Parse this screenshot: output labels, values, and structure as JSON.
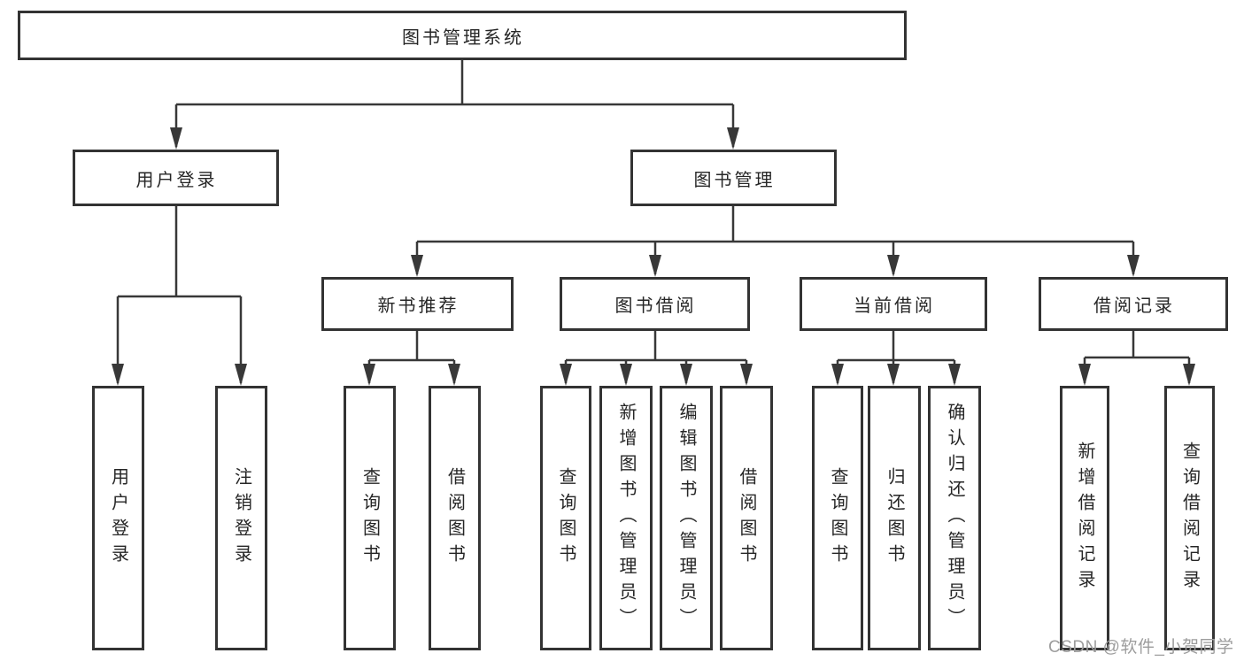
{
  "diagram_title": "图书管理系统",
  "colors": {
    "background": "#ffffff",
    "line": "#383838",
    "box_border": "#333333",
    "text": "#262626",
    "watermark": "#9d9d9d"
  },
  "watermark": {
    "text": "CSDN @软件_小贺同学"
  },
  "tree": {
    "label": "图书管理系统",
    "children": [
      {
        "label": "用户登录",
        "children": [
          {
            "label": "用户登录"
          },
          {
            "label": "注销登录"
          }
        ]
      },
      {
        "label": "图书管理",
        "children": [
          {
            "label": "新书推荐",
            "children": [
              {
                "label": "查询图书"
              },
              {
                "label": "借阅图书"
              }
            ]
          },
          {
            "label": "图书借阅",
            "children": [
              {
                "label": "查询图书"
              },
              {
                "label": "新增图书（管理员）"
              },
              {
                "label": "编辑图书（管理员）"
              },
              {
                "label": "借阅图书"
              }
            ]
          },
          {
            "label": "当前借阅",
            "children": [
              {
                "label": "查询图书"
              },
              {
                "label": "归还图书"
              },
              {
                "label": "确认归还（管理员）"
              }
            ]
          },
          {
            "label": "借阅记录",
            "children": [
              {
                "label": "新增借阅记录"
              },
              {
                "label": "查询借阅记录"
              }
            ]
          }
        ]
      }
    ]
  }
}
